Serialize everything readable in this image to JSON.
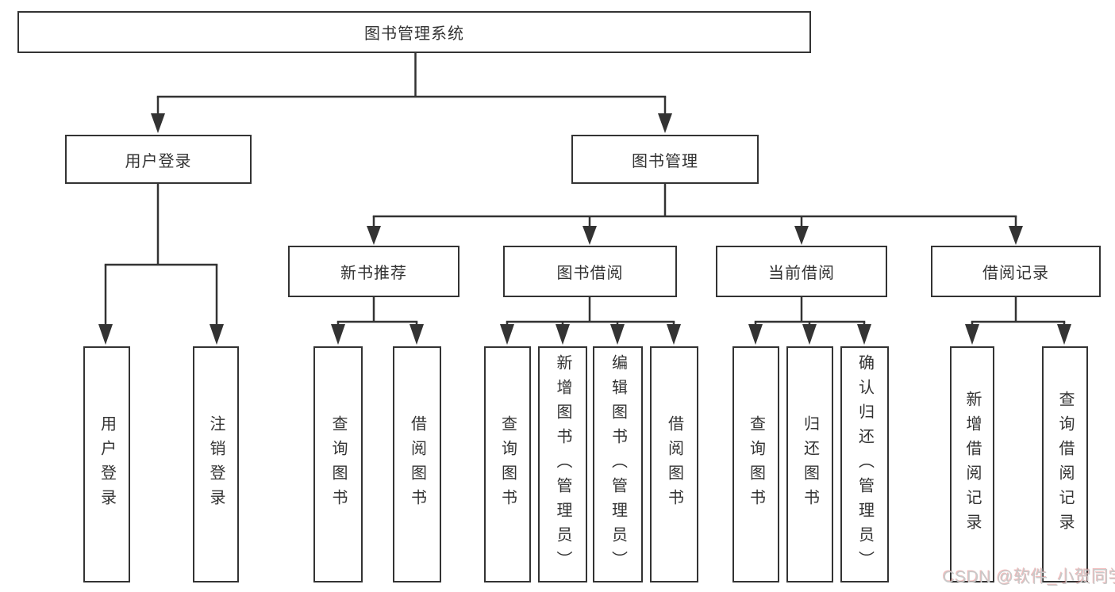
{
  "diagram": {
    "root": {
      "label": "图书管理系统",
      "children": [
        {
          "label": "用户登录",
          "children": [
            {
              "label": "用户登录"
            },
            {
              "label": "注销登录"
            }
          ]
        },
        {
          "label": "图书管理",
          "children": [
            {
              "label": "新书推荐",
              "children": [
                {
                  "label": "查询图书"
                },
                {
                  "label": "借阅图书"
                }
              ]
            },
            {
              "label": "图书借阅",
              "children": [
                {
                  "label": "查询图书"
                },
                {
                  "label": "新增图书（管理员）"
                },
                {
                  "label": "编辑图书（管理员）"
                },
                {
                  "label": "借阅图书"
                }
              ]
            },
            {
              "label": "当前借阅",
              "children": [
                {
                  "label": "查询图书"
                },
                {
                  "label": "归还图书"
                },
                {
                  "label": "确认归还（管理员）"
                }
              ]
            },
            {
              "label": "借阅记录",
              "children": [
                {
                  "label": "新增借阅记录"
                },
                {
                  "label": "查询借阅记录"
                }
              ]
            }
          ]
        }
      ]
    }
  },
  "watermark": {
    "text": "CSDN @软件_小贺同学"
  },
  "colors": {
    "line": "#333333",
    "text": "#333333",
    "box_background": "#ffffff",
    "page_background": "#ffffff",
    "watermark_gray": "#c9c9c9",
    "watermark_red": "#e06a6a"
  }
}
